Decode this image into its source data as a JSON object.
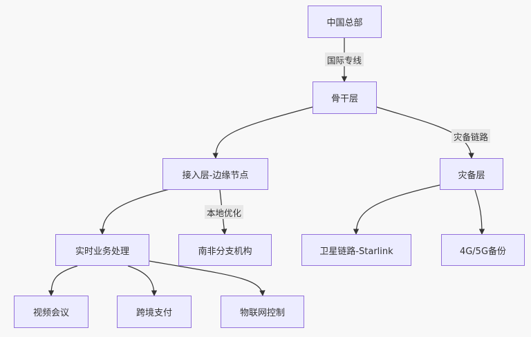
{
  "diagram": {
    "nodes": {
      "hq": "中国总部",
      "backbone": "骨干层",
      "access": "接入层-边缘节点",
      "dr": "灾备层",
      "realtime": "实时业务处理",
      "south_africa": "南非分支机构",
      "satellite": "卫星链路-Starlink",
      "cellular": "4G/5G备份",
      "video": "视频会议",
      "payment": "跨境支付",
      "iot": "物联网控制"
    },
    "edges": [
      {
        "from": "hq",
        "to": "backbone",
        "label": "国际专线"
      },
      {
        "from": "backbone",
        "to": "access",
        "label": ""
      },
      {
        "from": "backbone",
        "to": "dr",
        "label": "灾备链路"
      },
      {
        "from": "access",
        "to": "realtime",
        "label": ""
      },
      {
        "from": "access",
        "to": "south_africa",
        "label": "本地优化"
      },
      {
        "from": "dr",
        "to": "satellite",
        "label": ""
      },
      {
        "from": "dr",
        "to": "cellular",
        "label": ""
      },
      {
        "from": "realtime",
        "to": "video",
        "label": ""
      },
      {
        "from": "realtime",
        "to": "payment",
        "label": ""
      },
      {
        "from": "realtime",
        "to": "iot",
        "label": ""
      }
    ],
    "colors": {
      "node_fill": "#ececff",
      "node_border": "#9370db",
      "edge": "#333333",
      "label_bg": "#e8e8e8"
    }
  }
}
